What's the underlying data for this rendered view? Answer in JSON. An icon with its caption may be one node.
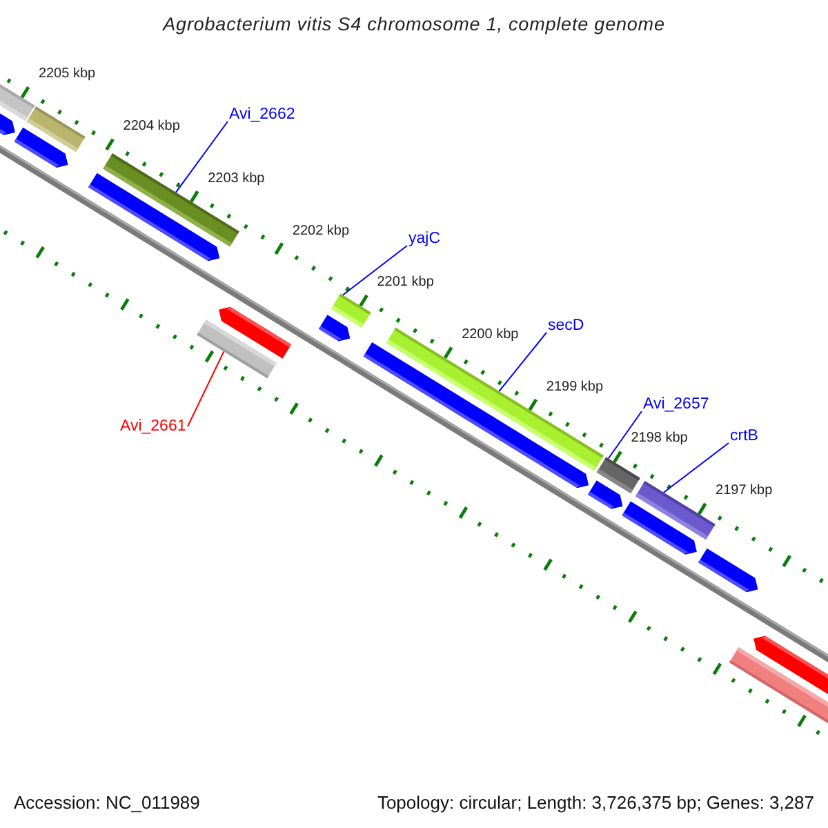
{
  "diagram": {
    "title": "Agrobacterium vitis S4 chromosome 1, complete genome",
    "nodes": [
      {
        "text": [
          "Avi_2662"
        ]
      },
      {
        "text": [],
        "shape": "bar"
      },
      {
        "text": [
          "yajC"
        ]
      },
      {
        "text": [],
        "shape": "bar"
      },
      {
        "text": [
          "secD"
        ]
      },
      {
        "text": [],
        "shape": "bar"
      },
      {
        "text": [
          "Avi_2657"
        ]
      },
      {
        "text": [],
        "shape": "bar"
      },
      {
        "text": [
          "crtB"
        ]
      },
      {
        "text": [],
        "shape": "bar"
      },
      {
        "text": [
          "Avi_2661"
        ]
      },
      {
        "text": [],
        "shape": "bar"
      }
    ],
    "edges": [
      {
        "from": 0,
        "to": 1,
        "arrow": "none"
      },
      {
        "from": 2,
        "to": 3,
        "arrow": "none"
      },
      {
        "from": 4,
        "to": 5,
        "arrow": "none"
      },
      {
        "from": 6,
        "to": 7,
        "arrow": "none"
      },
      {
        "from": 8,
        "to": 9,
        "arrow": "none"
      },
      {
        "from": 10,
        "to": 11,
        "arrow": "none",
        "color": "#ff0000"
      }
    ],
    "labels": [
      "2205 kbp",
      "2204 kbp",
      "2203 kbp",
      "2202 kbp",
      "2201 kbp",
      "2200 kbp",
      "2199 kbp",
      "2198 kbp",
      "2197 kbp",
      "Accession: NC_011989",
      "Topology: circular; Length: 3,726,375 bp; Genes: 3,287"
    ]
  }
}
